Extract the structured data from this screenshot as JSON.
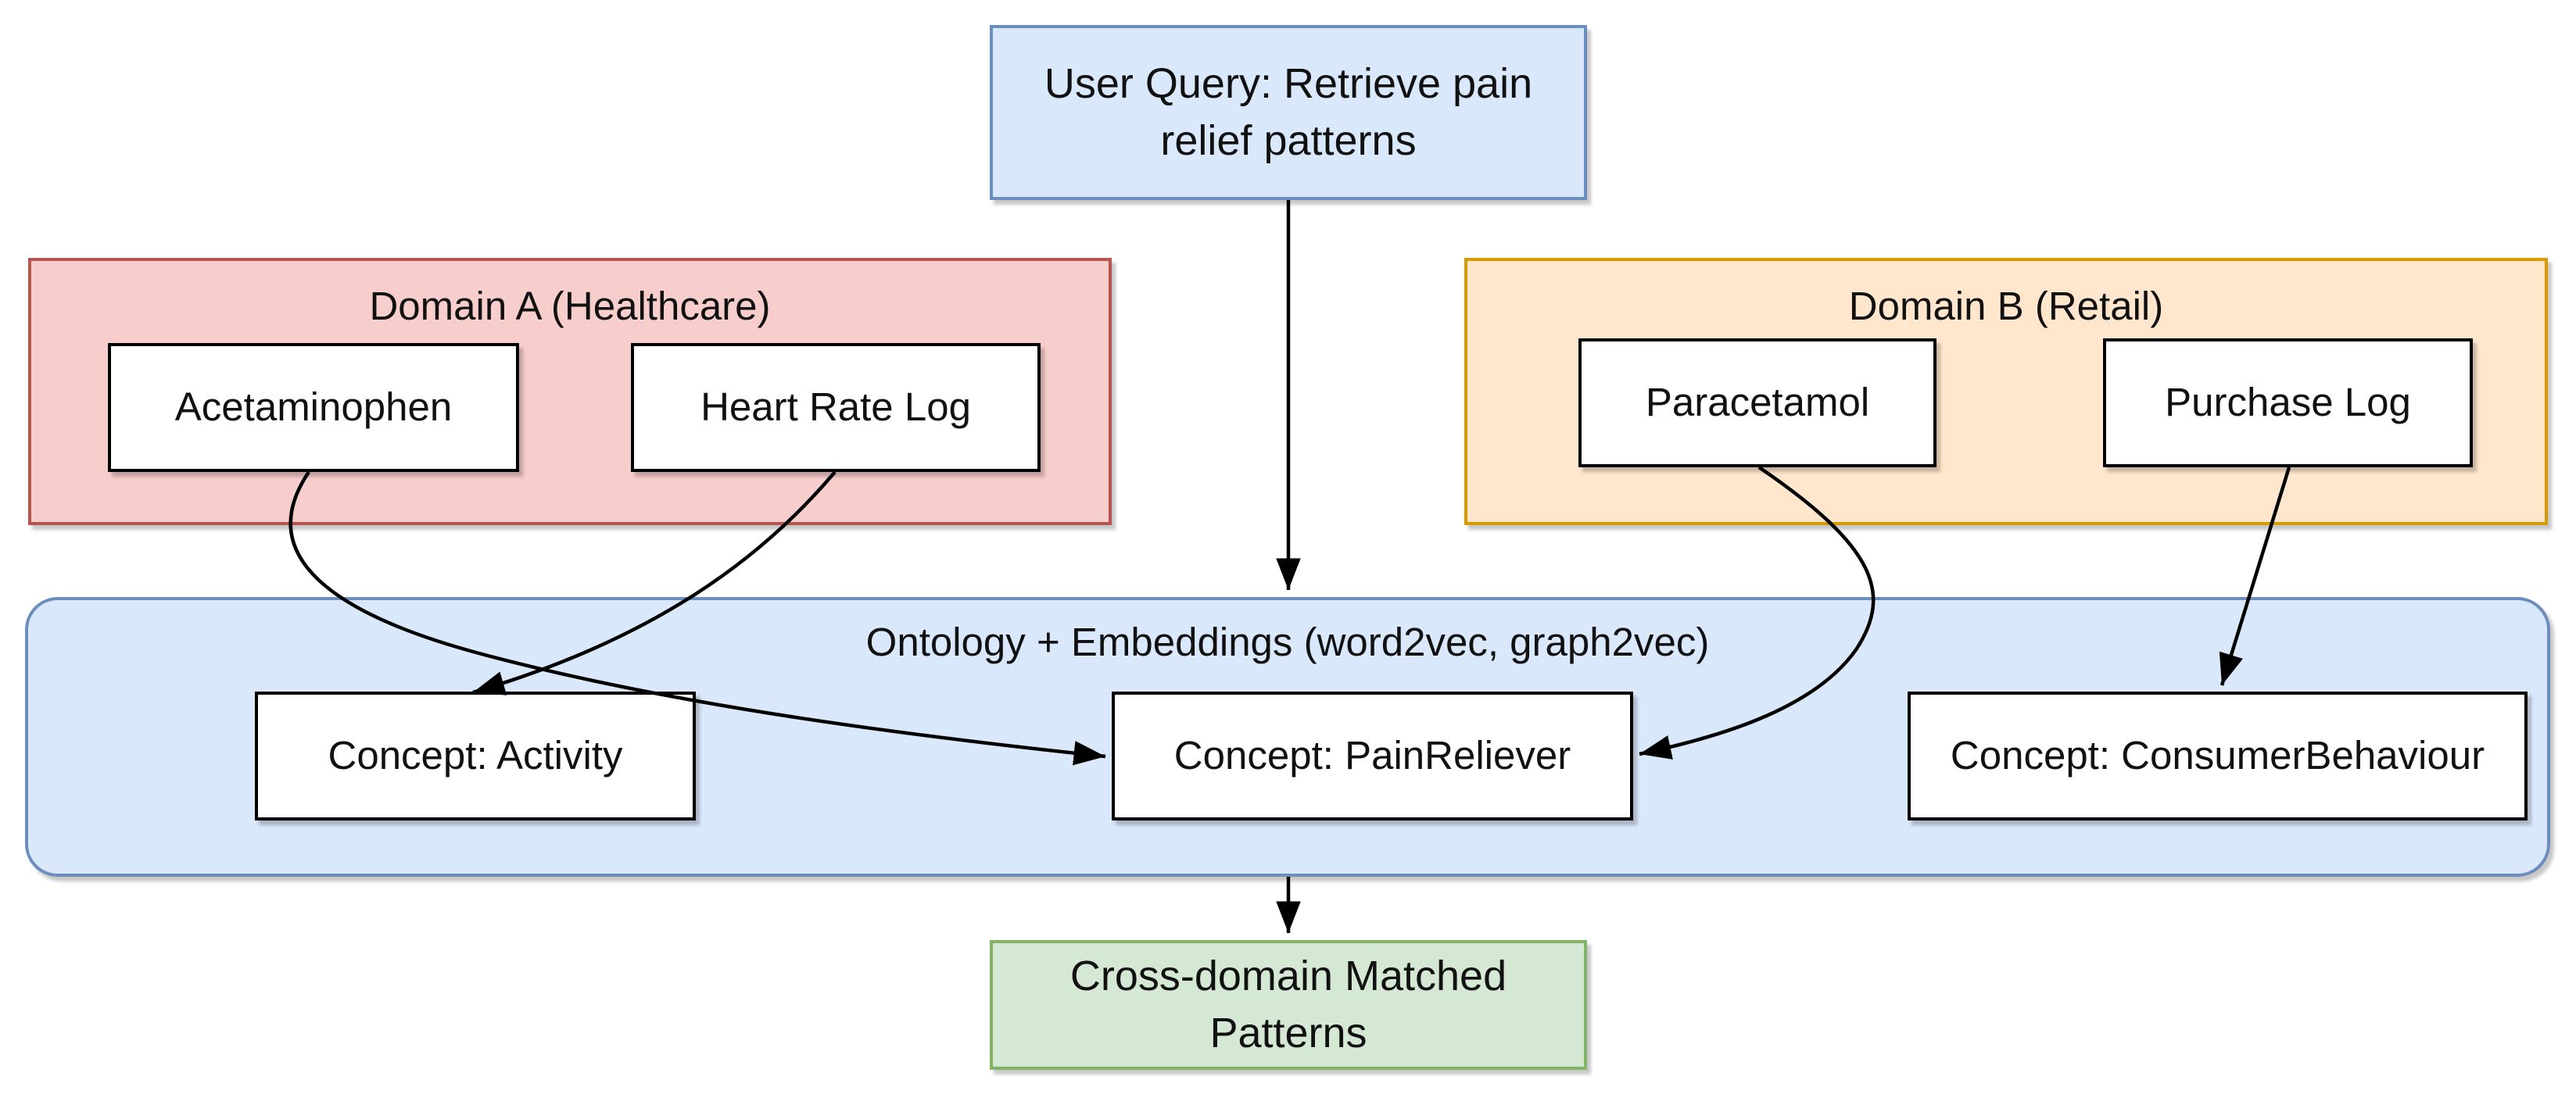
{
  "colors": {
    "query_fill": "#dae8fc",
    "query_border": "#6c8ebf",
    "domain_a_fill": "#f8cecc",
    "domain_a_border": "#b85450",
    "domain_b_fill": "#ffe6cc",
    "domain_b_border": "#d79b00",
    "ontology_fill": "#dae8fc",
    "ontology_border": "#6c8ebf",
    "output_fill": "#d5e8d4",
    "output_border": "#82b366",
    "edge": "#000000"
  },
  "query": {
    "label": "User Query: Retrieve pain relief patterns"
  },
  "domain_a": {
    "title": "Domain A (Healthcare)",
    "nodes": {
      "acetaminophen": "Acetaminophen",
      "heart_rate_log": "Heart Rate Log"
    }
  },
  "domain_b": {
    "title": "Domain B (Retail)",
    "nodes": {
      "paracetamol": "Paracetamol",
      "purchase_log": "Purchase Log"
    }
  },
  "ontology": {
    "title": "Ontology + Embeddings (word2vec, graph2vec)",
    "concepts": {
      "activity": "Concept: Activity",
      "pain_reliever": "Concept: PainReliever",
      "consumer_behaviour": "Concept: ConsumerBehaviour"
    }
  },
  "output": {
    "label": "Cross-domain Matched Patterns"
  },
  "edges": [
    {
      "from": "acetaminophen",
      "to": "pain_reliever"
    },
    {
      "from": "heart_rate_log",
      "to": "activity"
    },
    {
      "from": "paracetamol",
      "to": "pain_reliever"
    },
    {
      "from": "purchase_log",
      "to": "consumer_behaviour"
    },
    {
      "from": "query",
      "to": "ontology"
    },
    {
      "from": "ontology",
      "to": "output"
    }
  ]
}
